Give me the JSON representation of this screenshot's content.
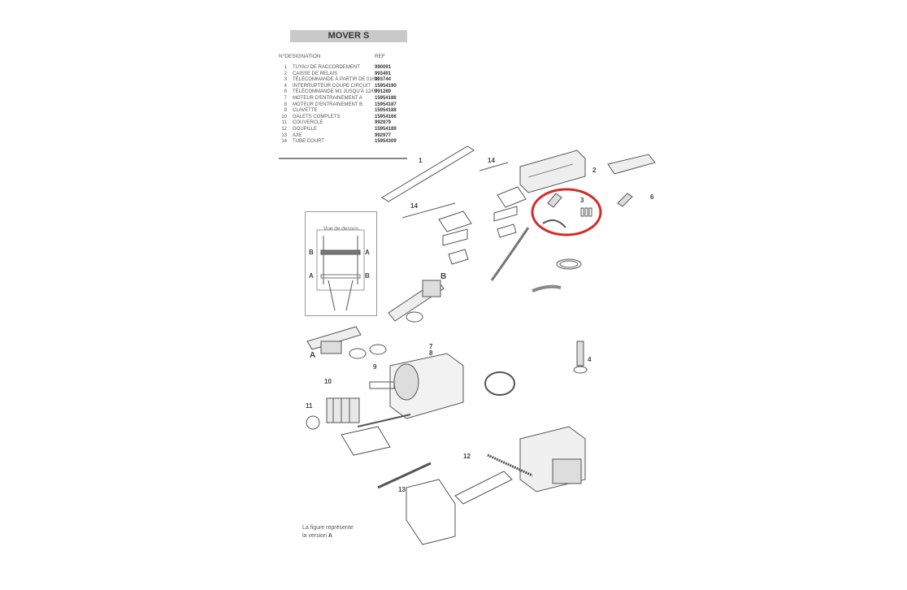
{
  "title": "MOVER S",
  "table": {
    "headers": {
      "designation": "N°DESIGNATION",
      "ref": "REF"
    },
    "rows": [
      {
        "n": "1",
        "d": "TUYAU DE RACCORDEMENT",
        "r": "990091"
      },
      {
        "n": "2",
        "d": "CAISSE DE RELAIS",
        "r": "993491"
      },
      {
        "n": "3",
        "d": "TÉLÉCOMMANDE À PARTIR DE 01/08",
        "r": "993744"
      },
      {
        "n": "4",
        "d": "INTERRUPTEUR COUPE CIRCUIT",
        "r": "15954190"
      },
      {
        "n": "6",
        "d": "TÉLÉCOMMANDE M1 JUSQU'À 12/07",
        "r": "991289"
      },
      {
        "n": "7",
        "d": "MOTEUR D'ENTRAINEMENT A",
        "r": "15954186"
      },
      {
        "n": "8",
        "d": "MOTEUR D'ENTRAINEMENT B",
        "r": "15954187"
      },
      {
        "n": "9",
        "d": "CLAVETTE",
        "r": "15954188"
      },
      {
        "n": "10",
        "d": "GALETS COMPLETS",
        "r": "15954166"
      },
      {
        "n": "11",
        "d": "COUVERCLE",
        "r": "992979"
      },
      {
        "n": "12",
        "d": "GOUPILLE",
        "r": "15954189"
      },
      {
        "n": "13",
        "d": "AXE",
        "r": "992977"
      },
      {
        "n": "14",
        "d": "TUBE COURT",
        "r": "15954309"
      }
    ]
  },
  "topview": {
    "caption": "Vue de dessus",
    "labels": [
      "B",
      "A",
      "A",
      "B"
    ]
  },
  "callouts": {
    "c1": "1",
    "c14a": "14",
    "c2": "2",
    "c3": "3",
    "c6": "6",
    "c14b": "14",
    "cB": "B",
    "cA": "A",
    "c7": "7",
    "c8": "8",
    "c9": "9",
    "c10": "10",
    "c11": "11",
    "c4": "4",
    "c12": "12",
    "c13": "13"
  },
  "note": {
    "line1": "La figure représente",
    "line2": "la version",
    "version": "A"
  },
  "colors": {
    "highlight": "#d42a2a",
    "header_bg": "#c9c9c9"
  }
}
